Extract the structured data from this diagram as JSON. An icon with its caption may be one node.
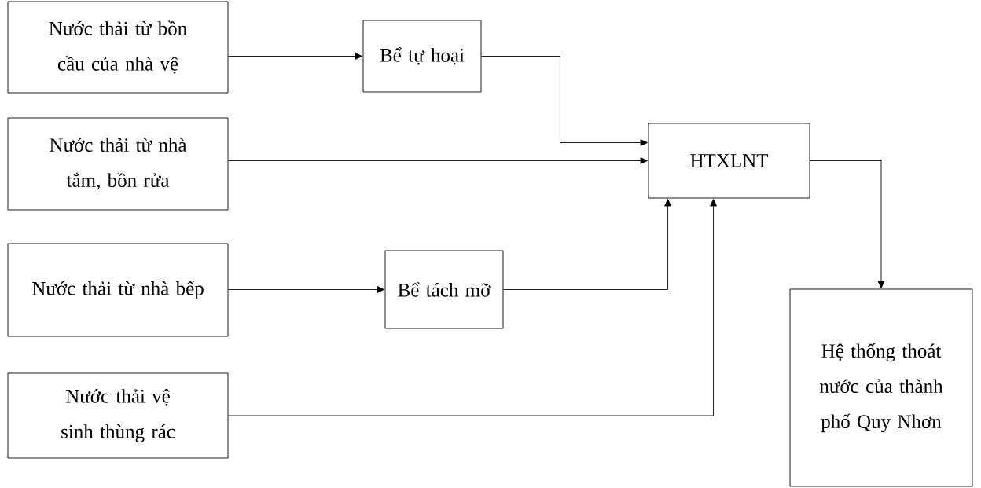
{
  "diagram": {
    "nodes": [
      {
        "text": [
          "Nước thải từ bồn cầu của nhà vệ"
        ]
      },
      {
        "text": [
          "Bể tự hoại"
        ]
      },
      {
        "text": [
          "Nước thải từ nhà tắm, bồn rửa"
        ]
      },
      {
        "text": [
          "HTXLNT"
        ]
      },
      {
        "text": [
          "Nước thải từ nhà bếp"
        ]
      },
      {
        "text": [
          "Bể tách mỡ"
        ]
      },
      {
        "text": [
          "Nước thải vệ sinh thùng rác"
        ]
      },
      {
        "text": [
          "Hệ thống thoát nước của thành phố Quy Nhơn"
        ]
      }
    ],
    "edges": [
      {
        "from": 0,
        "to": 1,
        "arrow": "to"
      },
      {
        "from": 1,
        "to": 3,
        "arrow": "to"
      },
      {
        "from": 2,
        "to": 3,
        "arrow": "to"
      },
      {
        "from": 4,
        "to": 5,
        "arrow": "to"
      },
      {
        "from": 5,
        "to": 3,
        "arrow": "to"
      },
      {
        "from": 6,
        "to": 3,
        "arrow": "to"
      },
      {
        "from": 3,
        "to": 7,
        "arrow": "to"
      }
    ]
  }
}
